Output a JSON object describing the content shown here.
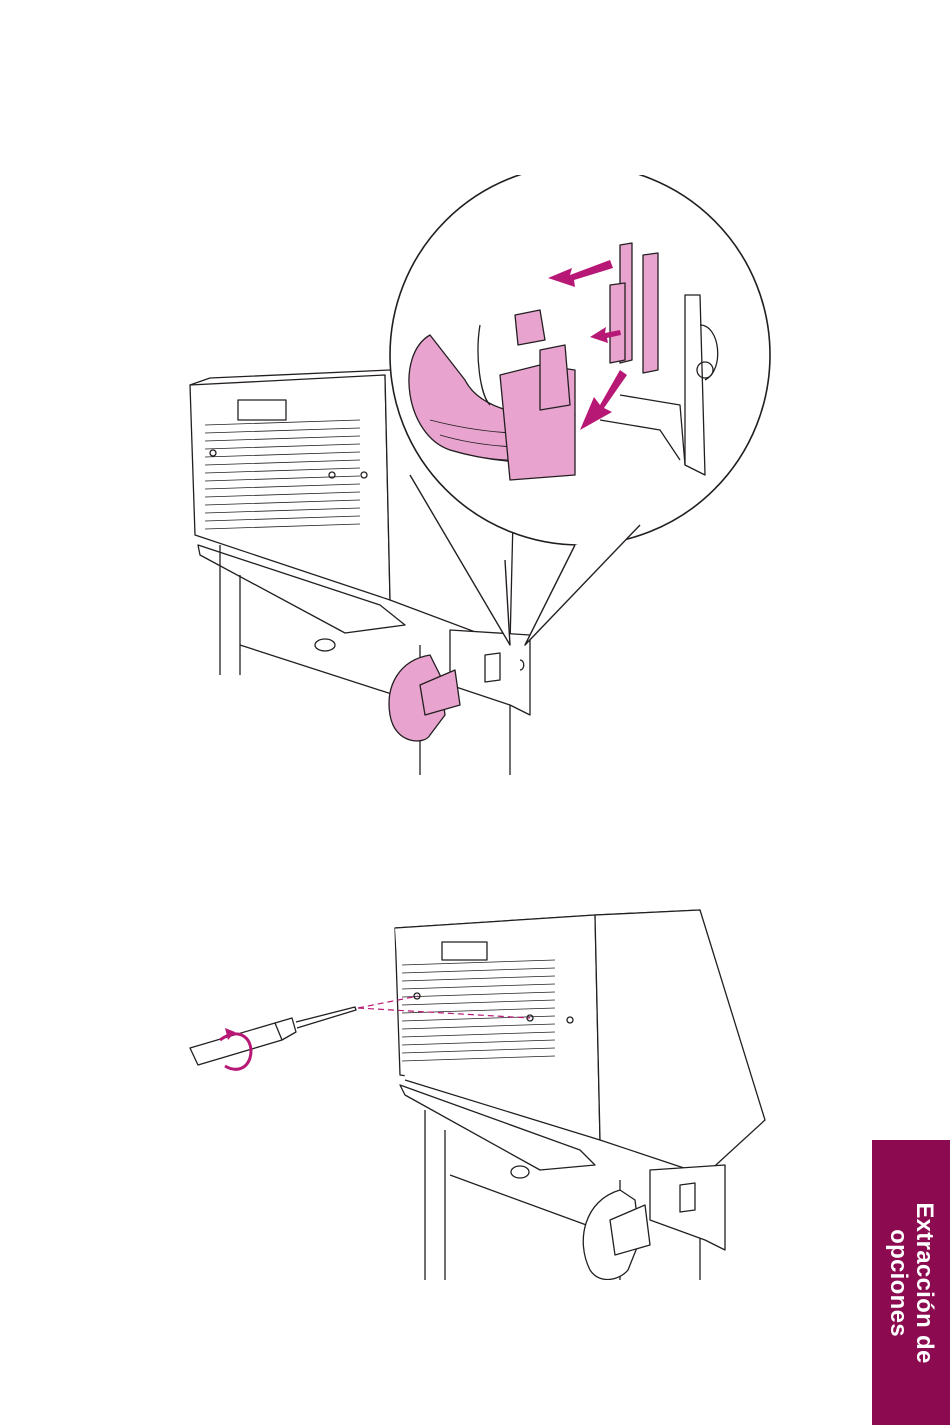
{
  "side_tab": {
    "line1": "Extracción de",
    "line2": "opciones",
    "color": "#8b0a50"
  },
  "figures": [
    {
      "name": "disconnect-cable-illustration",
      "accent": "#e8a3cf",
      "arrow_color": "#b81875"
    },
    {
      "name": "remove-screws-illustration",
      "accent": "#e8a3cf",
      "arrow_color": "#b81875"
    }
  ]
}
